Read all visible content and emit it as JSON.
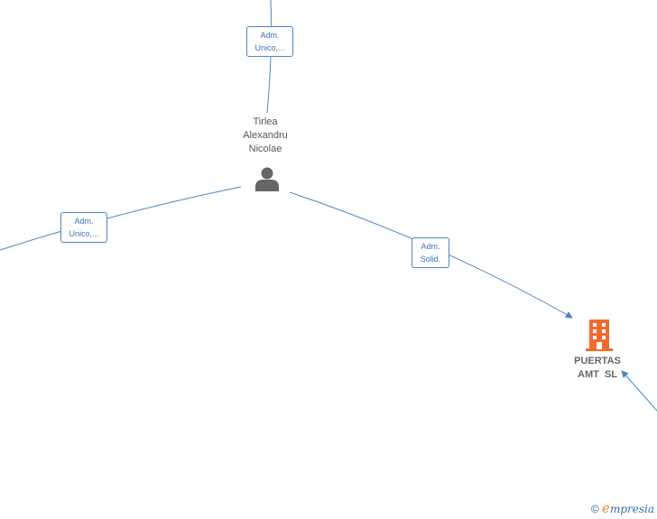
{
  "edges": [
    {
      "id": "e-top",
      "label_lines": [
        "Adm.",
        "Unico,..."
      ]
    },
    {
      "id": "e-left",
      "label_lines": [
        "Adm.",
        "Unico,..."
      ]
    },
    {
      "id": "e-company",
      "label_lines": [
        "Adm.",
        "Solid."
      ]
    }
  ],
  "nodes": {
    "person": {
      "name_lines": [
        "Tirlea",
        "Alexandru",
        "Nicolae"
      ],
      "icon": "person-icon",
      "color": "#666666"
    },
    "company": {
      "name_lines": [
        "PUERTAS",
        "AMT  SL"
      ],
      "icon": "building-icon",
      "color": "#f26b2d"
    }
  },
  "colors": {
    "edge": "#4a86c8"
  },
  "footer": {
    "copyright": "©",
    "brand_first": "e",
    "brand_rest": "mpresia"
  }
}
